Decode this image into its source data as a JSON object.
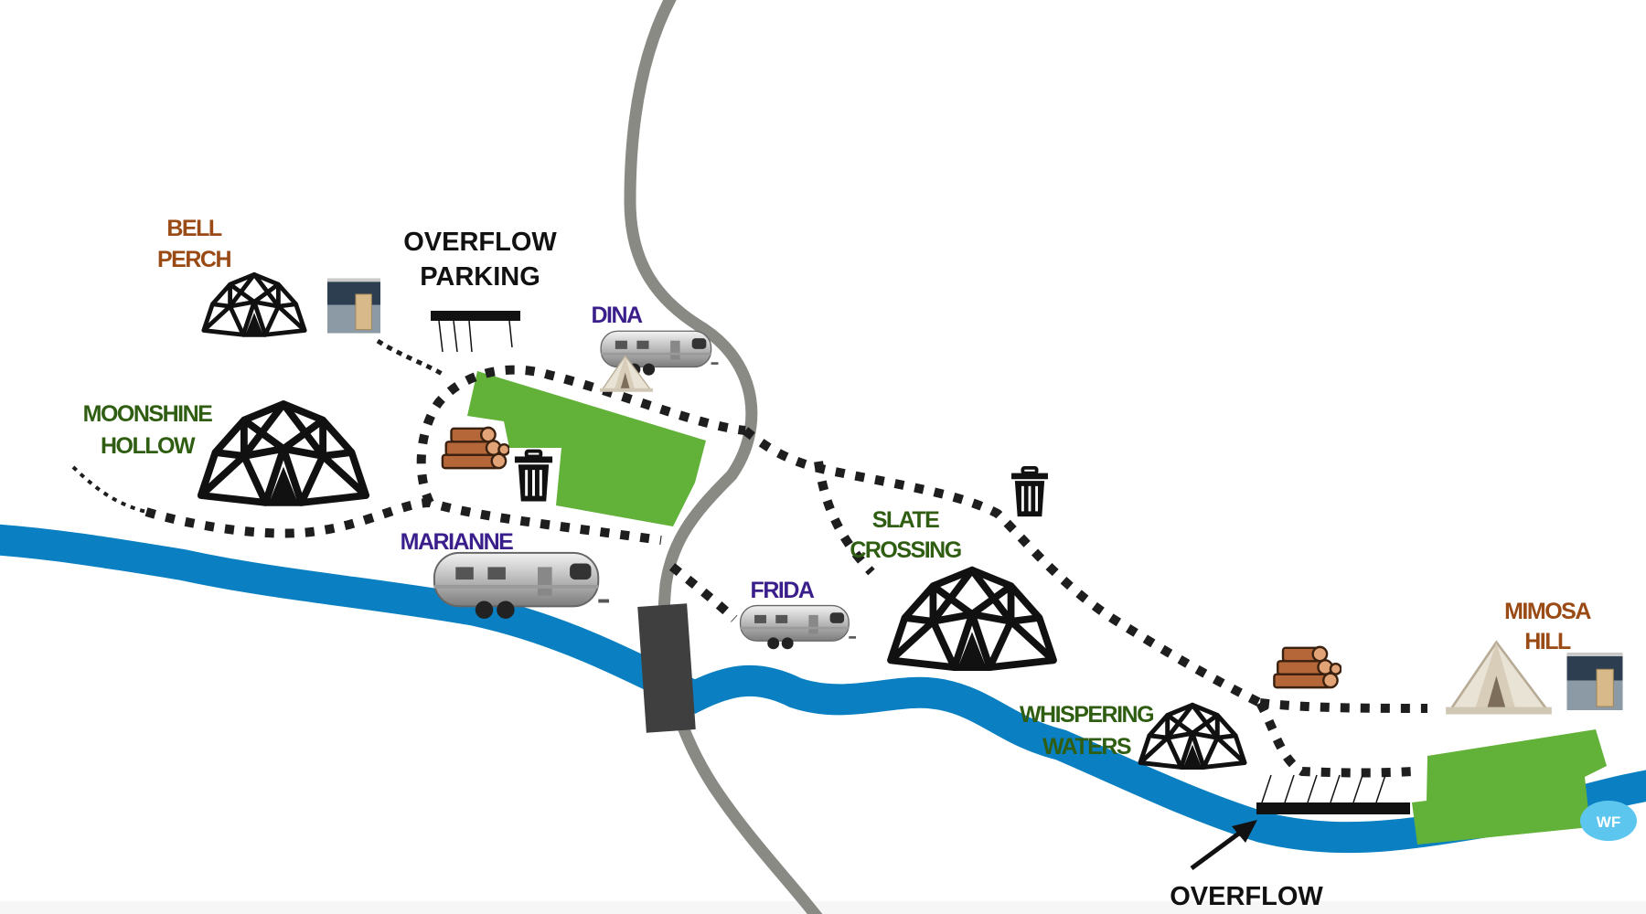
{
  "labels": {
    "overflow_parking_line1": "OVERFLOW",
    "overflow_parking_line2": "PARKING",
    "overflow_bottom": "OVERFLOW",
    "wf": "WF"
  },
  "sites": {
    "bell_perch": [
      "BELL",
      "PERCH"
    ],
    "moonshine_hollow": [
      "MOONSHINE",
      "HOLLOW"
    ],
    "dina": "DINA",
    "marianne": "MARIANNE",
    "frida": "FRIDA",
    "slate_crossing": [
      "SLATE",
      "CROSSING"
    ],
    "whispering_waters": [
      "WHISPERING",
      "WATERS"
    ],
    "mimosa_hill": [
      "MIMOSA",
      "HILL"
    ]
  },
  "colors": {
    "river": "#0a80c2",
    "road": "#8a8a85",
    "parking": "#62b23a",
    "dome_label": "#2f5e12",
    "airstream_label": "#3a1f8c",
    "bell_label": "#9a4a14",
    "wf_badge": "#5cc6ef"
  }
}
